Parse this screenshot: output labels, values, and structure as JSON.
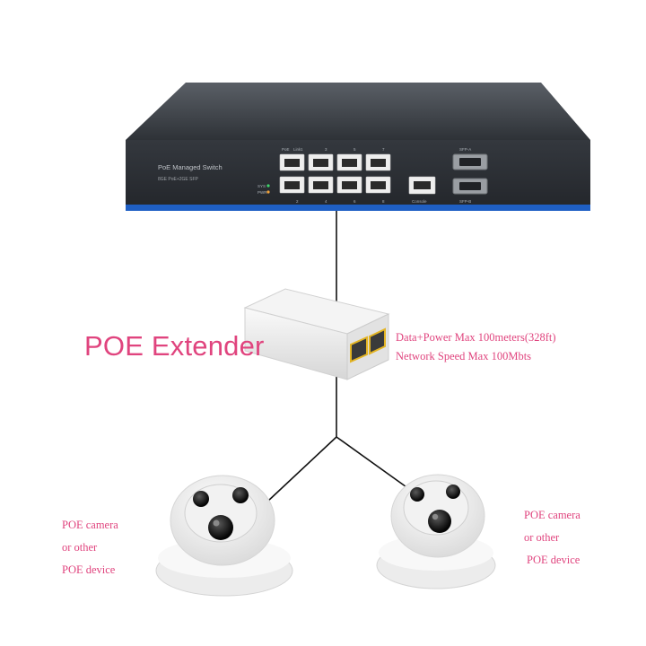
{
  "switch": {
    "brand_line": "PoE Managed Switch",
    "sub_line": "8GE PoE+2GE SFP",
    "port_top_labels": [
      "PoE",
      "Link",
      "1",
      "3",
      "5",
      "7"
    ],
    "port_bottom_labels": [
      "2",
      "4",
      "6",
      "8"
    ],
    "led_labels": [
      "SYS",
      "PWR"
    ],
    "uplink_label": "Console",
    "sfp_labels": [
      "SFP-A",
      "SFP-B"
    ],
    "accent_color": "#1f5fc4"
  },
  "extender": {
    "title": "POE Extender",
    "spec_line_1": "Data+Power Max 100meters(328ft)",
    "spec_line_2": "Network Speed Max 100Mbts"
  },
  "devices": {
    "left": {
      "line1": "POE camera",
      "line2": "or other",
      "line3": "POE device"
    },
    "right": {
      "line1": "POE camera",
      "line2": "or other",
      "line3": "POE device"
    }
  },
  "colors": {
    "text_accent": "#e0447e",
    "cable": "#111111"
  }
}
